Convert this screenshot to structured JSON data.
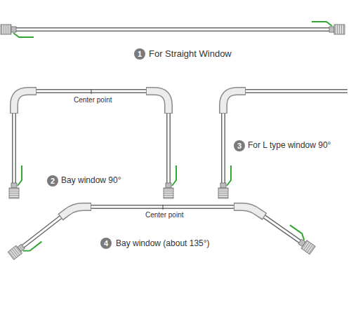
{
  "diagram": {
    "nodes": [
      {
        "text": [
          "1"
        ]
      },
      {
        "text": [
          "2"
        ]
      },
      {
        "text": [
          "3"
        ]
      },
      {
        "text": [
          "4"
        ]
      }
    ],
    "labels": [
      "For Straight Window",
      "Center point",
      "Bay window 90°",
      "For L type window 90°",
      "Center point",
      "Bay window (about 135°)"
    ]
  }
}
